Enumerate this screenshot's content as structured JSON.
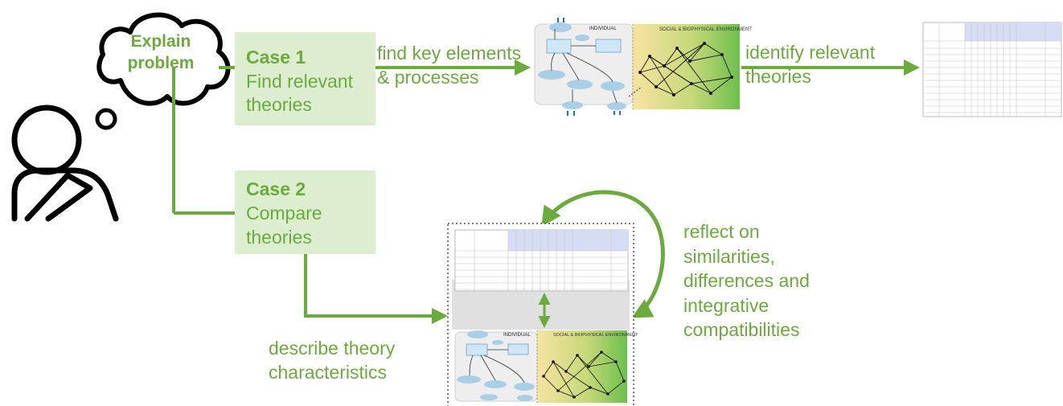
{
  "thought": {
    "line1": "Explain",
    "line2": "problem"
  },
  "case1": {
    "title": "Case 1",
    "line1": "Find relevant",
    "line2": "theories"
  },
  "case2": {
    "title": "Case 2",
    "line1": "Compare",
    "line2": "theories"
  },
  "arrow_labels": {
    "key_elements_1": "find key elements",
    "key_elements_2": "& processes",
    "identify_1": "identify relevant",
    "identify_2": "theories",
    "describe_1": "describe theory",
    "describe_2": "characteristics",
    "reflect": [
      "reflect on",
      "similarities,",
      "differences and",
      "integrative",
      "compatibilities"
    ]
  },
  "model_thumbnail": {
    "individual": "INDIVIDUAL",
    "environment": "SOCIAL & BIOPHYSICAL ENVIRONMENT"
  },
  "colors": {
    "accent": "#6aab3c",
    "case_fill": "#dcedd0",
    "node_blue": "#a9cfe6"
  }
}
